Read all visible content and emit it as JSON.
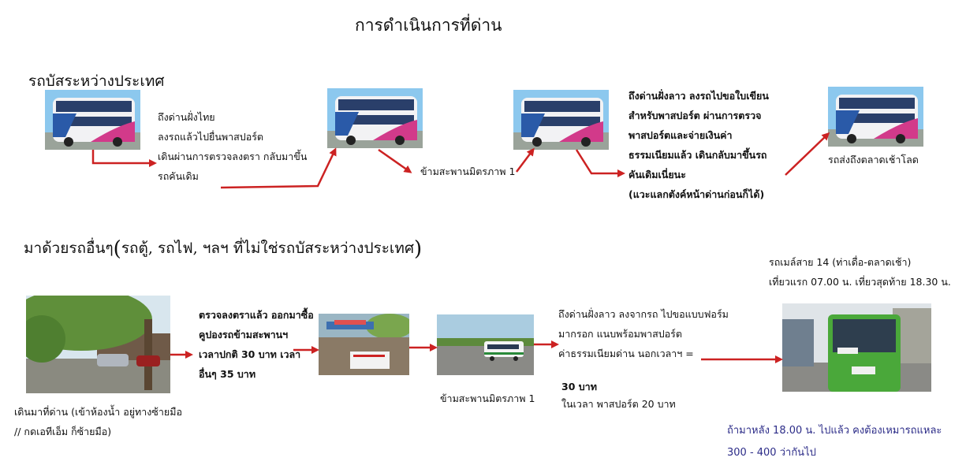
{
  "title": "การดำเนินการที่ด่าน",
  "section_bus": {
    "heading": "รถบัสระหว่างประเทศ",
    "step1_lines": [
      "ถึงด่านฝั่งไทย",
      "ลงรถแล้วไปยื่นพาสปอร์ต",
      "เดินผ่านการตรวจลงตรา กลับมาขึ้น",
      "รถคันเดิม"
    ],
    "step2": "ข้ามสะพานมิตรภาพ 1",
    "step3_lines": [
      "ถึงด่านฝั่งลาว ลงรถไปขอใบเขียน",
      "สำหรับพาสปอร์ต ผ่านการตรวจ",
      "พาสปอร์ตและจ่ายเงินค่า",
      "ธรรมเนียมแล้ว เดินกลับมาขึ้นรถ",
      "คันเดิมเนี่ยนะ",
      "(แวะแลกตังค์หน้าด่านก่อนก็ได้)"
    ],
    "step4": "รถส่งถึงตลาดเช้าโลด"
  },
  "section_other": {
    "heading_main": "มาด้วยรถอื่นๆ",
    "heading_paren": "รถตู้, รถไฟ, ฯลฯ ที่ไม่ใช่รถบัสระหว่างประเทศ",
    "caption1_lines": [
      "เดินมาที่ด่าน (เข้าห้องน้ำ อยู่ทางซ้ายมือ",
      "// กดเอทีเอ็ม ก็ซ้ายมือ)"
    ],
    "step1_lines": [
      "ตรวจลงตราแล้ว ออกมาซื้อ",
      "คูปองรถข้ามสะพานฯ",
      "เวลาปกติ 30 บาท เวลา",
      "อื่นๆ 35 บาท"
    ],
    "caption2": "ข้ามสะพานมิตรภาพ 1",
    "step2_lines": [
      "ถึงด่านฝั่งลาว ลงจากรถ ไปขอแบบฟอร์ม",
      "มากรอก แนบพร้อมพาสปอร์ต",
      "ค่าธรรมเนียมด่าน นอกเวลาฯ ="
    ],
    "fee_out": "30 บาท",
    "fee_in": "ในเวลา พาสปอร์ต  20 บาท",
    "bus14_lines": [
      "รถเมล์สาย 14 (ท่าเดื่อ-ตลาดเช้า)",
      "เที่ยวแรก 07.00 น. เที่ยวสุดท้าย 18.30 น."
    ],
    "note_lines": [
      "ถ้ามาหลัง 18.00 น. ไปแล้ว คงต้องเหมารถแหละ",
      "300 - 400 ว่ากันไป"
    ]
  },
  "colors": {
    "arrow": "#cc2222",
    "note": "#2c2c88",
    "bus_pink": "#d23a8a",
    "bus_blue": "#2a5aa8",
    "sky": "#8cc8ee"
  },
  "icons": [
    "double-decker-bus-photo",
    "checkpoint-tree-photo",
    "ticket-stall-photo",
    "shuttle-bus-photo",
    "city-bus-14-photo"
  ]
}
